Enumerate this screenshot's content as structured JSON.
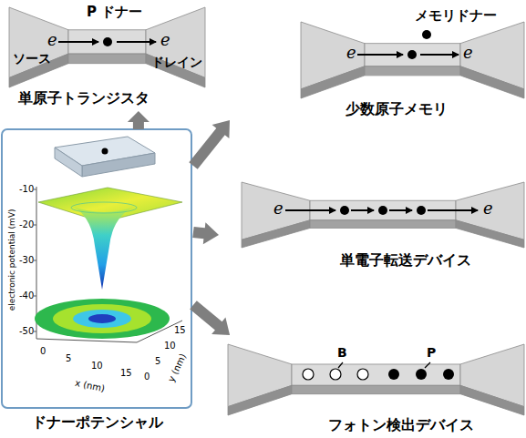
{
  "diagram": {
    "nodes": [
      {
        "text": [
          "単原子トランジスタ"
        ]
      },
      {
        "text": [
          "少数原子メモリ"
        ]
      },
      {
        "text": [
          "単電子転送デバイス"
        ]
      },
      {
        "text": [
          "フォトン検出デバイス"
        ]
      },
      {
        "text": [
          "ドナーポテンシャル"
        ]
      }
    ],
    "edges": [
      {
        "from": 4,
        "to": 0,
        "arrow": "to"
      },
      {
        "from": 4,
        "to": 1,
        "arrow": "to"
      },
      {
        "from": 4,
        "to": 2,
        "arrow": "to"
      },
      {
        "from": 4,
        "to": 3,
        "arrow": "to"
      }
    ],
    "labels": [
      "P ドナー",
      "ソース",
      "ドレイン",
      "e",
      "e",
      "メモリドナー",
      "e",
      "e",
      "e",
      "e",
      "B",
      "P",
      "electronic potential (mV)",
      "-10",
      "-20",
      "-30",
      "-40",
      "-50",
      "0",
      "5",
      "10",
      "15",
      "x (nm)",
      "0",
      "5",
      "10",
      "15",
      "y (nm)"
    ]
  }
}
